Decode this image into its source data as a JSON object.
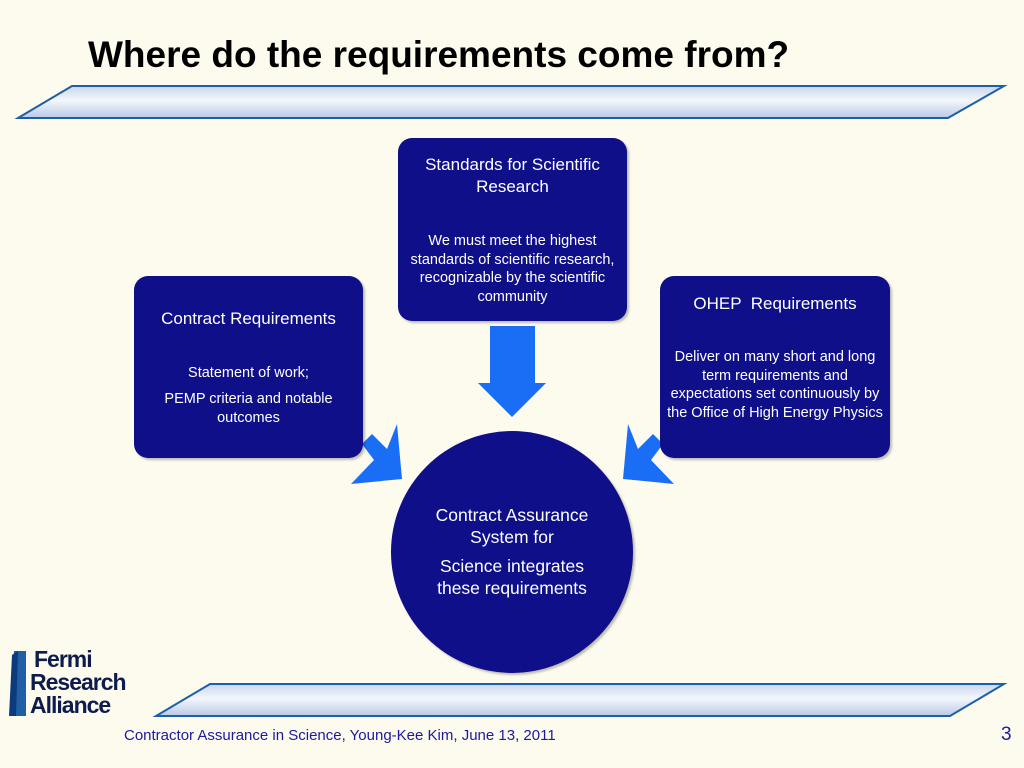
{
  "slide": {
    "title": "Where do the requirements come from?",
    "footer": "Contractor Assurance in Science, Young-Kee Kim, June 13, 2011",
    "page_number": "3"
  },
  "diagram": {
    "standards": {
      "heading": "Standards for Scientific Research",
      "body": "We must meet the highest standards of scientific research, recognizable by the scientific community"
    },
    "contract": {
      "heading": "Contract Requirements",
      "body1": "Statement of work;",
      "body2": "PEMP criteria and notable outcomes"
    },
    "ohep": {
      "heading": "OHEP  Requirements",
      "body": "Deliver on many short and long term requirements and expectations set continuously by the Office of High Energy Physics"
    },
    "center": {
      "line1": "Contract Assurance System for",
      "line2": "Science integrates these requirements"
    }
  },
  "logo": {
    "line1": "Fermi",
    "line2": "Research",
    "line3": "Alliance"
  },
  "colors": {
    "background": "#fdfbee",
    "box_fill": "#0f0f8a",
    "arrow": "#1a6ef5",
    "band": "#1f5fa6",
    "footer_text": "#1a1aa0"
  }
}
